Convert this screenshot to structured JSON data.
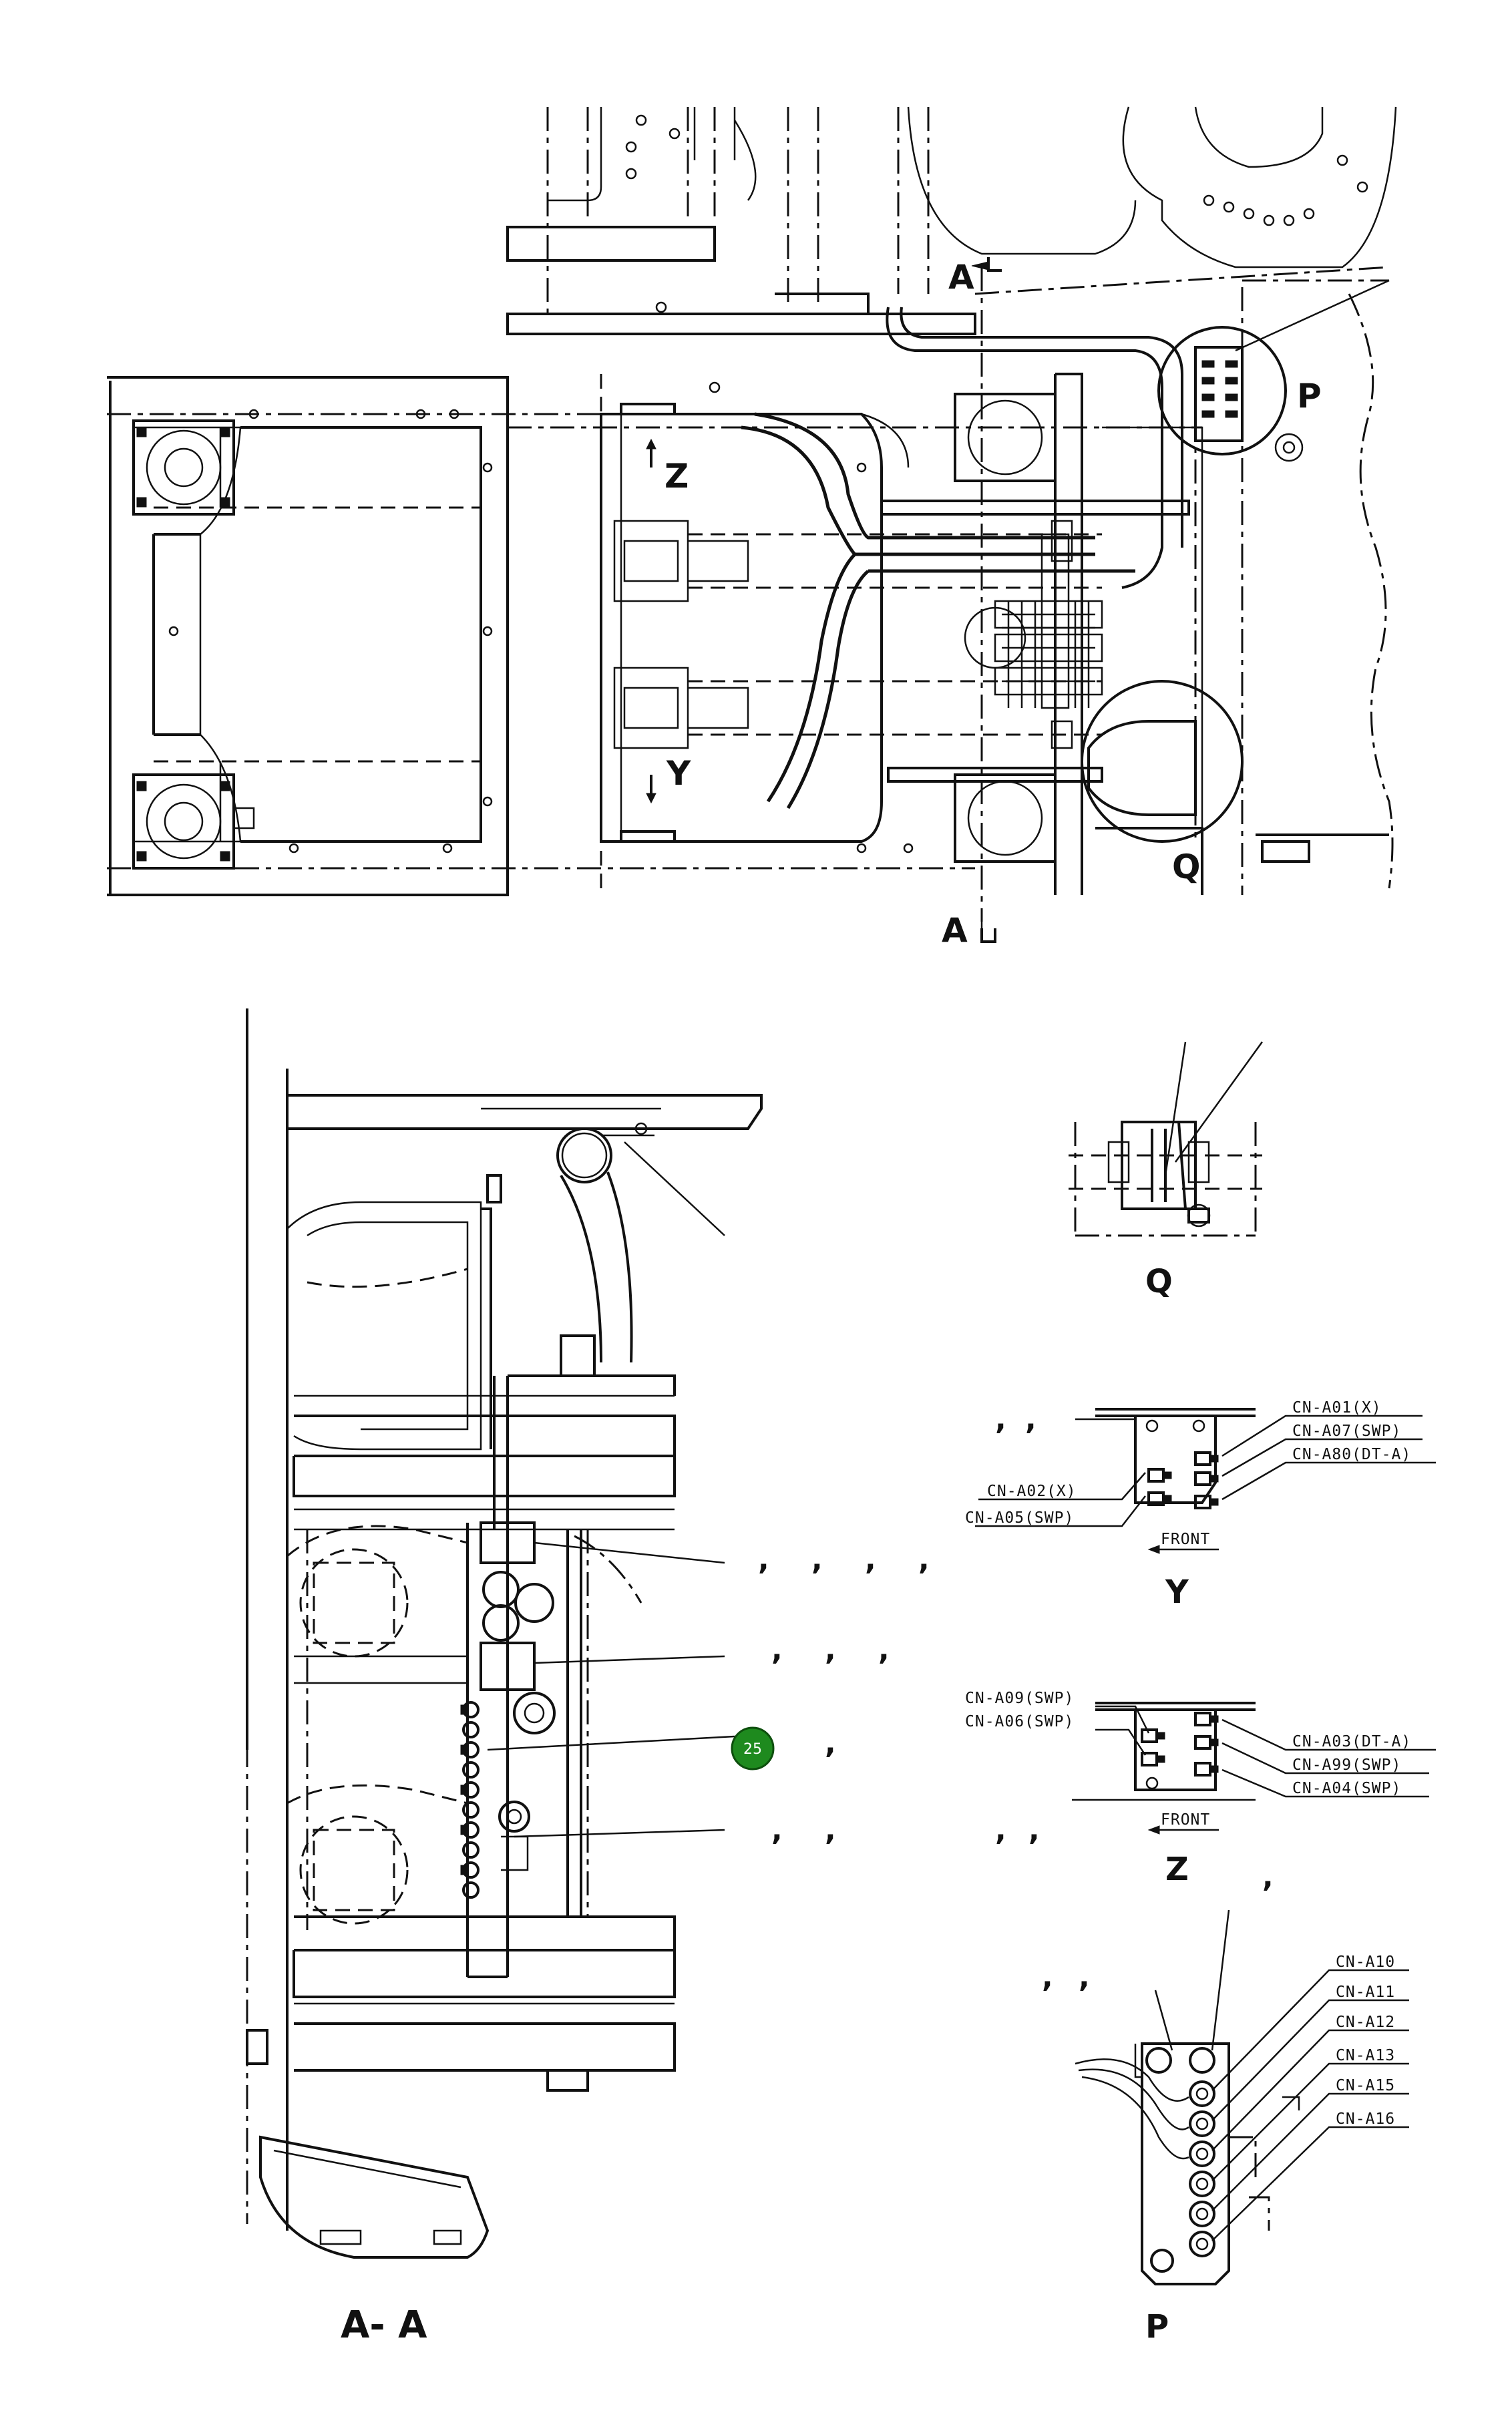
{
  "labels": {
    "section_top": "A",
    "section_bottom": "A",
    "detail_p": "P",
    "detail_q": "Q",
    "detail_y": "Y",
    "detail_z": "Z",
    "section_view": "A- A",
    "view_q": "Q",
    "view_y": "Y",
    "view_z": "Z",
    "view_p": "P",
    "front_y": "FRONT",
    "front_z": "FRONT"
  },
  "badge": {
    "number": "25",
    "color": "#1e8a1e"
  },
  "connectors_y": {
    "right": [
      "CN-A01(X)",
      "CN-A07(SWP)",
      "CN-A80(DT-A)"
    ],
    "left": [
      "CN-A02(X)",
      "CN-A05(SWP)"
    ]
  },
  "connectors_z": {
    "left": [
      "CN-A09(SWP)",
      "CN-A06(SWP)"
    ],
    "right": [
      "CN-A03(DT-A)",
      "CN-A99(SWP)",
      "CN-A04(SWP)"
    ]
  },
  "connectors_p": [
    "CN-A10",
    "CN-A11",
    "CN-A12",
    "CN-A13",
    "CN-A15",
    "CN-A16"
  ],
  "separators": {
    "row1": [
      ",",
      ",",
      ",",
      ","
    ],
    "row2": [
      ",",
      ",",
      ","
    ],
    "row3": [
      ","
    ],
    "row4": [
      ",",
      ","
    ],
    "row4b": [
      ",",
      ","
    ],
    "y_left": [
      ",",
      ","
    ],
    "z_comma": ",",
    "p_left": [
      ",",
      ","
    ]
  }
}
